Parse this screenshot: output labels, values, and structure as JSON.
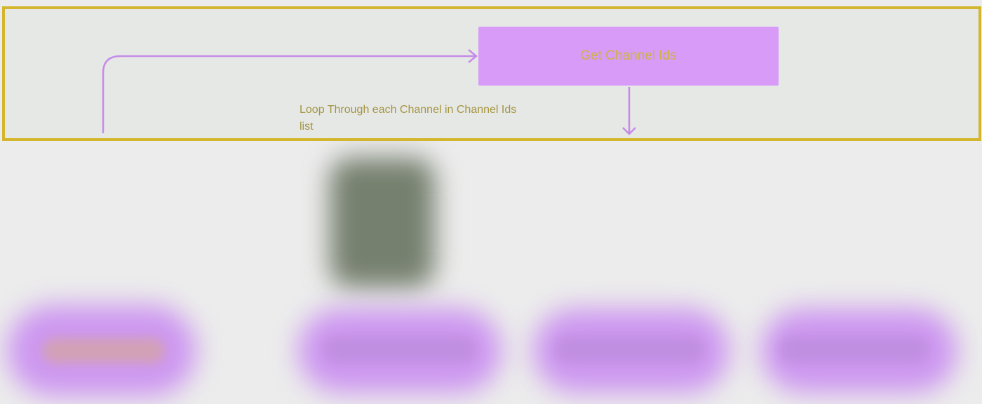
{
  "diagram": {
    "nodes": [
      {
        "id": "get-channel-ids",
        "label": "Get Channel Ids"
      }
    ],
    "edge_labels": [
      {
        "id": "loop",
        "label": "Loop Through each Channel in Channel Ids list"
      }
    ],
    "colors": {
      "frame_border": "#d4b62e",
      "node_fill": "#d89cf8",
      "node_text": "#c9b441",
      "edge": "#c58be8",
      "label_text": "#a59540",
      "blurred_node": "#cd97f0"
    }
  }
}
